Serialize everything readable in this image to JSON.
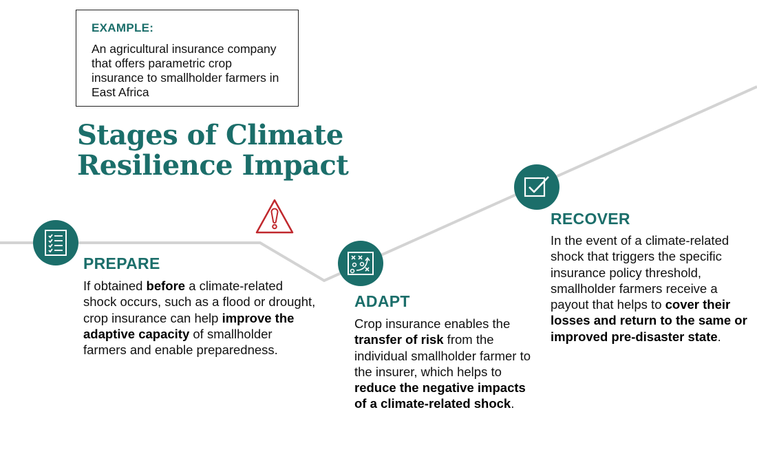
{
  "example": {
    "label": "EXAMPLE:",
    "text": "An agricultural insurance company that offers parametric crop insurance to smallholder farmers in East Africa"
  },
  "title": {
    "line1": "Stages of Climate",
    "line2": "Resilience Impact"
  },
  "colors": {
    "accent": "#1b6e6a",
    "line": "#d3d3d3",
    "warning": "#c0282d",
    "text": "#111111"
  },
  "icons": {
    "prepare": "checklist-icon",
    "shock": "warning-triangle-icon",
    "adapt": "strategy-play-icon",
    "recover": "checkbox-checked-icon"
  },
  "stages": [
    {
      "name": "PREPARE",
      "body": [
        {
          "t": "If obtained ",
          "b": false
        },
        {
          "t": "before",
          "b": true
        },
        {
          "t": " a climate-related shock occurs, such as a flood or drought, crop insurance can help ",
          "b": false
        },
        {
          "t": "improve the adaptive capacity",
          "b": true
        },
        {
          "t": " of smallholder farmers and enable preparedness.",
          "b": false
        }
      ]
    },
    {
      "name": "ADAPT",
      "body": [
        {
          "t": "Crop insurance enables the ",
          "b": false
        },
        {
          "t": "transfer of risk",
          "b": true
        },
        {
          "t": " from the individual smallholder farmer to the insurer, which helps to ",
          "b": false
        },
        {
          "t": "reduce the negative impacts of a climate-related shock",
          "b": true
        },
        {
          "t": ".",
          "b": false
        }
      ]
    },
    {
      "name": "RECOVER",
      "body": [
        {
          "t": "In the event of a climate-related shock that triggers the specific insurance policy threshold, smallholder farmers receive a payout that helps to ",
          "b": false
        },
        {
          "t": "cover their losses and return to the same or improved pre-disaster state",
          "b": true
        },
        {
          "t": ".",
          "b": false
        }
      ]
    }
  ]
}
